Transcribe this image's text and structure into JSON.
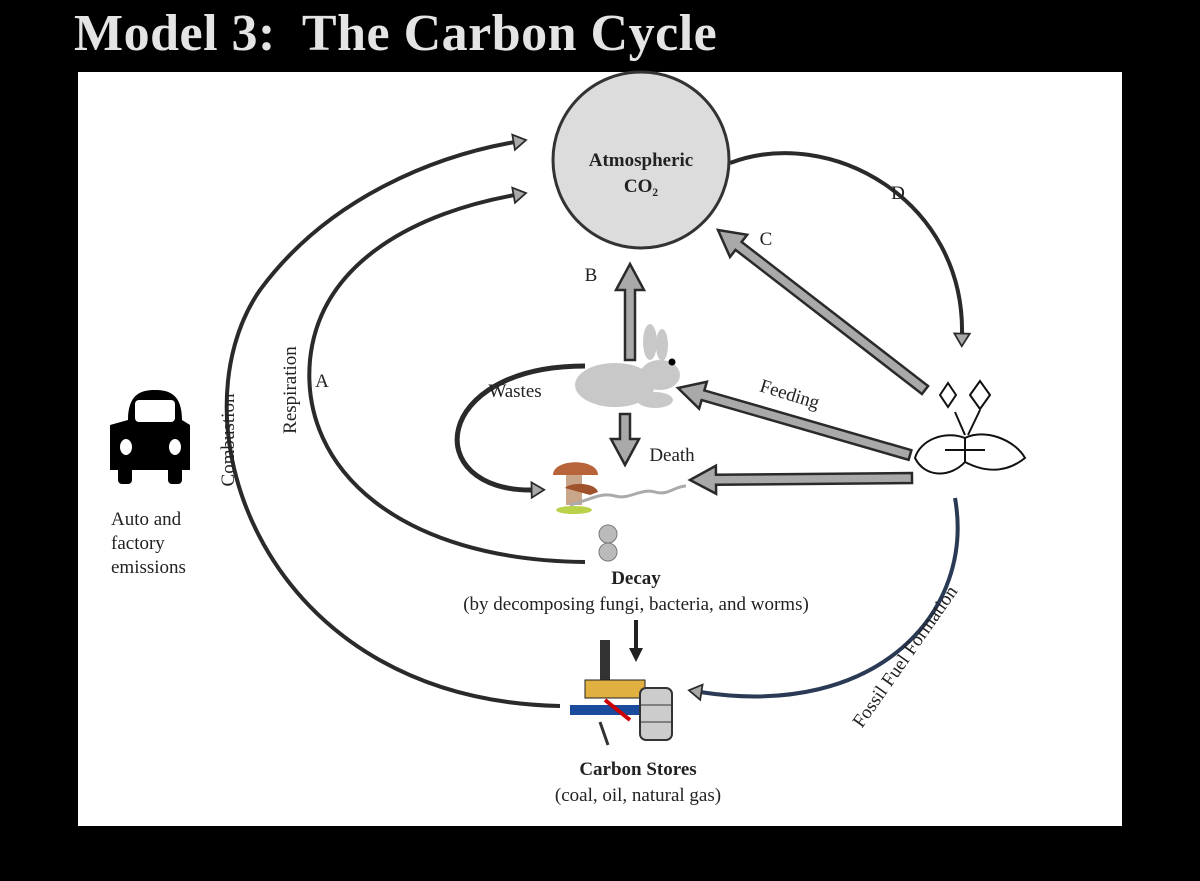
{
  "title": "Model 3:  The Carbon Cycle",
  "diagram": {
    "atmosphere": {
      "line1": "Atmospheric",
      "line2": "CO₂"
    },
    "labels": {
      "a": "A",
      "b": "B",
      "c": "C",
      "d": "D",
      "wastes": "Wastes",
      "feeding": "Feeding",
      "death": "Death",
      "combustion": "Combustion",
      "respiration": "Respiration",
      "fossil_fuel_formation": "Fossil Fuel Formation"
    },
    "emissions": {
      "line1": "Auto and",
      "line2": "factory",
      "line3": "emissions"
    },
    "decay": {
      "title": "Decay",
      "subtitle": "(by decomposing fungi, bacteria, and worms)"
    },
    "carbon_stores": {
      "title": "Carbon Stores",
      "subtitle": "(coal, oil, natural gas)"
    },
    "icons": [
      "car-icon",
      "rabbit-icon",
      "plant-icon",
      "mushroom-icon",
      "bacteria-icon",
      "oil-rig-icon",
      "oil-barrel-icon"
    ],
    "colors": {
      "circle": "#dcdcdc",
      "arrow_fill": "#a9a9a9",
      "stroke": "#2a2a2a",
      "rabbit": "#c8c8c8"
    }
  }
}
